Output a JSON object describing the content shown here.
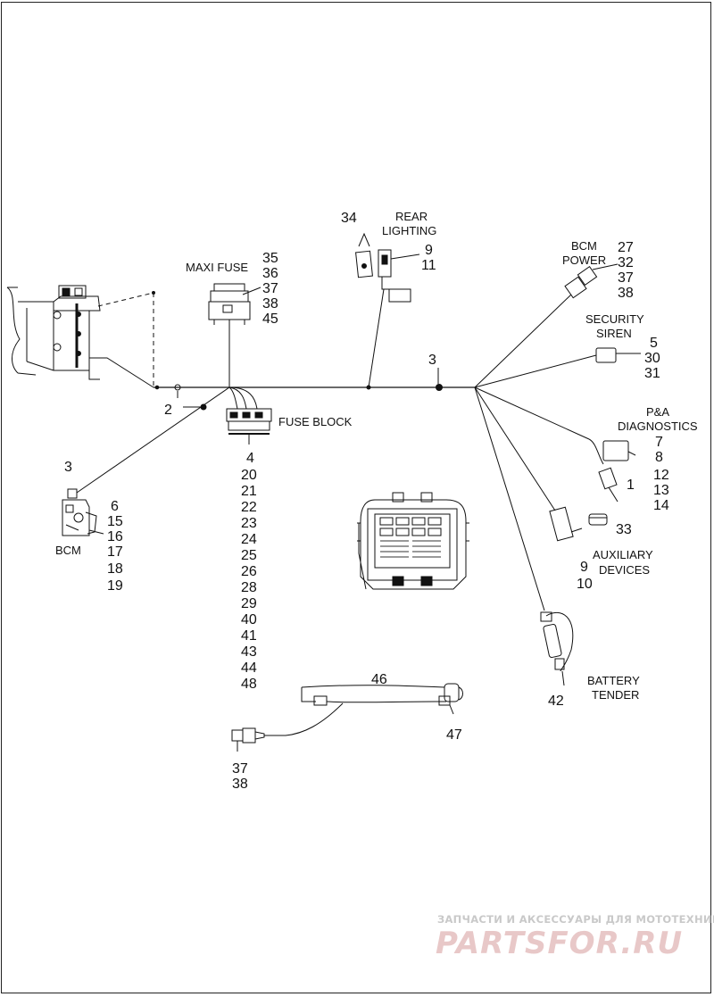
{
  "labels": {
    "maxi_fuse": "MAXI FUSE",
    "maxi_fuse_nums": [
      "35",
      "36",
      "37",
      "38",
      "45"
    ],
    "rear_lighting": [
      "REAR",
      "LIGHTING"
    ],
    "rear_lighting_nums": [
      "9",
      "11"
    ],
    "item_34": "34",
    "bcm_power": [
      "BCM",
      "POWER"
    ],
    "bcm_power_nums": [
      "27",
      "32",
      "37",
      "38"
    ],
    "security_siren": [
      "SECURITY",
      "SIREN"
    ],
    "security_siren_nums": [
      "5",
      "30",
      "31"
    ],
    "pa_diagnostics": [
      "P&A",
      "DIAGNOSTICS"
    ],
    "pa_diag_nums": [
      "7",
      "8",
      "12",
      "13",
      "14"
    ],
    "item_1": "1",
    "item_33": "33",
    "auxiliary": [
      "AUXILIARY",
      "DEVICES"
    ],
    "aux_nums": [
      "9",
      "10"
    ],
    "battery_tender": [
      "BATTERY",
      "TENDER"
    ],
    "item_42": "42",
    "item_3_top": "3",
    "item_2": "2",
    "fuse_block": "FUSE BLOCK",
    "fuse_block_nums": [
      "4",
      "20",
      "21",
      "22",
      "23",
      "24",
      "25",
      "26",
      "28",
      "29",
      "40",
      "41",
      "43",
      "44",
      "48"
    ],
    "item_3_left": "3",
    "bcm": "BCM",
    "bcm_nums": [
      "6",
      "15",
      "16",
      "17",
      "18",
      "19"
    ],
    "item_46": "46",
    "item_47": "47",
    "bottom_nums": [
      "37",
      "38"
    ]
  },
  "watermark": {
    "top": "ЗАПЧАСТИ И АКСЕССУАРЫ ДЛЯ МОТОТЕХНИКИ",
    "main": "PARTSFOR.RU",
    "color_top": "#c9c9c9",
    "color_main": "#e8c8c8"
  }
}
